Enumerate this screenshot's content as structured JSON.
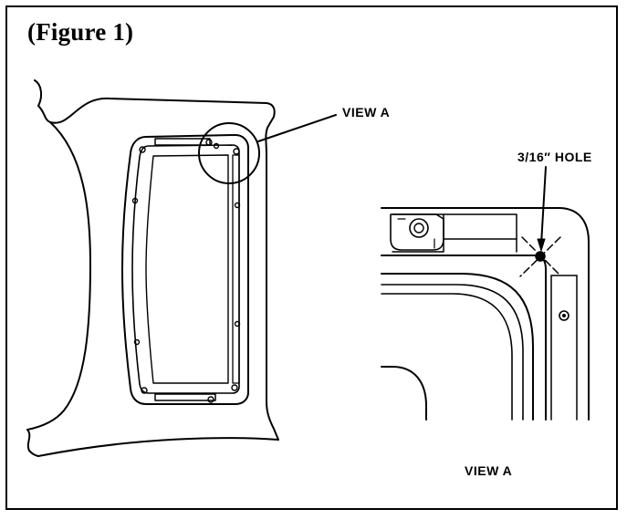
{
  "figure": {
    "title": "(Figure 1)"
  },
  "labels": {
    "view_a_callout": "VIEW A",
    "hole_callout": "3/16″ HOLE",
    "view_a_caption": "VIEW A"
  },
  "colors": {
    "ink": "#000000",
    "paper": "#ffffff"
  }
}
